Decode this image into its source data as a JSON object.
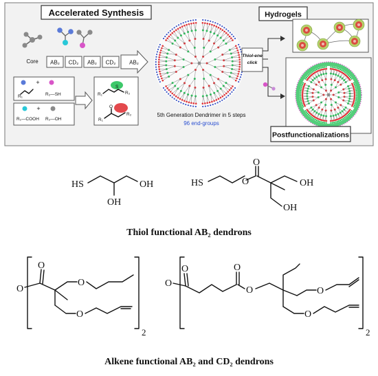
{
  "synthesis": {
    "title": "Accelerated Synthesis",
    "core_label": "Core",
    "steps": [
      "AB₂",
      "CD₂",
      "AB₂",
      "CD₂",
      "AB₂"
    ],
    "thiol_r1": "R₁",
    "thiol_r2": "R₂—SH",
    "acid_r1": "R₁—COOH",
    "alcohol_r2": "R₂—OH",
    "product_r1": "R₁",
    "product_s": "S",
    "product_r2": "R₂",
    "ester_r1": "R₁",
    "ester_o": "O",
    "ester_r2": "R₂",
    "caption_line1": "5th Generation Dendrimer in 5 steps",
    "caption_line2": "96 end-groups"
  },
  "hydrogels": {
    "title": "Hydrogels"
  },
  "click": {
    "line1": "Thiol-ene",
    "line2": "click"
  },
  "postfunc": {
    "title": "Postfunctionalizations"
  },
  "thiol_dendrons": {
    "mol1": {
      "hs": "HS",
      "oh1": "OH",
      "oh2": "OH"
    },
    "mol2": {
      "hs": "HS",
      "o_carbonyl": "O",
      "o_ester": "O",
      "oh1": "OH",
      "oh2": "OH"
    },
    "caption": "Thiol functional AB₂ dendrons"
  },
  "alkene_dendrons": {
    "mol1": {
      "o_carbonyl": "O",
      "o_link": "O",
      "o_ether1": "O",
      "o_ether2": "O",
      "subscript": "2"
    },
    "mol2": {
      "o_carbonyl1": "O",
      "o_carbonyl2": "O",
      "o_link": "O",
      "o_ester": "O",
      "o_ether1": "O",
      "o_ether2": "O",
      "subscript": "2"
    },
    "caption": "Alkene functional AB₂ and CD₂ dendrons"
  },
  "colors": {
    "red": "#e0353a",
    "green": "#29c25a",
    "blue": "#3a55c8",
    "magenta": "#d855c8",
    "cyan": "#29c8d8",
    "gray": "#8a8a8a",
    "shell": "#b8e8ff",
    "gel": "#b6d26a"
  }
}
